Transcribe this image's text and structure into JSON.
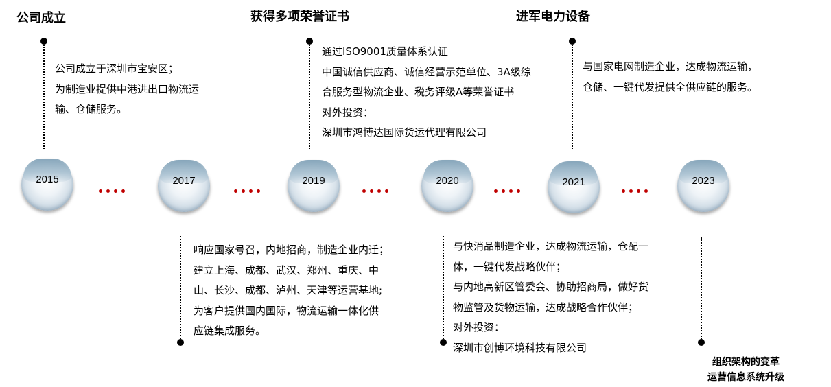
{
  "years": [
    "2015",
    "2017",
    "2019",
    "2020",
    "2021",
    "2023"
  ],
  "milestones": {
    "m2015": {
      "title": "公司成立",
      "lines": [
        "公司成立于深圳市宝安区；",
        "为制造业提供中港进出口物流运",
        "输、仓储服务。"
      ]
    },
    "m2017": {
      "lines": [
        "响应国家号召，内地招商，制造企业内迁；",
        "建立上海、成都、武汉、郑州、重庆、中",
        "山、长沙、成都、泸州、天津等运营基地;",
        "为客户提供国内国际，物流运输一体化供",
        "应链集成服务。"
      ]
    },
    "m2019": {
      "title": "获得多项荣誉证书",
      "lines": [
        "通过ISO9001质量体系认证",
        "中国诚信供应商、诚信经营示范单位、3A级综",
        "合服务型物流企业、税务评级A等荣誉证书",
        "对外投资：",
        "深圳市鸿博达国际货运代理有限公司"
      ]
    },
    "m2020": {
      "lines": [
        "与快消品制造企业，达成物流运输，仓配一",
        "体，一键代发战略伙伴；",
        "与内地高新区管委会、协助招商局，做好货",
        "物监管及货物运输，达成战略合作伙伴；",
        "对外投资：",
        "深圳市创博环境科技有限公司"
      ]
    },
    "m2021": {
      "title": "进军电力设备",
      "lines": [
        "与国家电网制造企业，达成物流运输，",
        "仓储、一键代发提供全供应链的服务。"
      ]
    },
    "m2023": {
      "title_lines": [
        "组织架构的变革",
        "运营信息系统升级"
      ]
    }
  },
  "colors": {
    "connector_dots": "#c00000",
    "node_cap": "#7fa0b6"
  }
}
